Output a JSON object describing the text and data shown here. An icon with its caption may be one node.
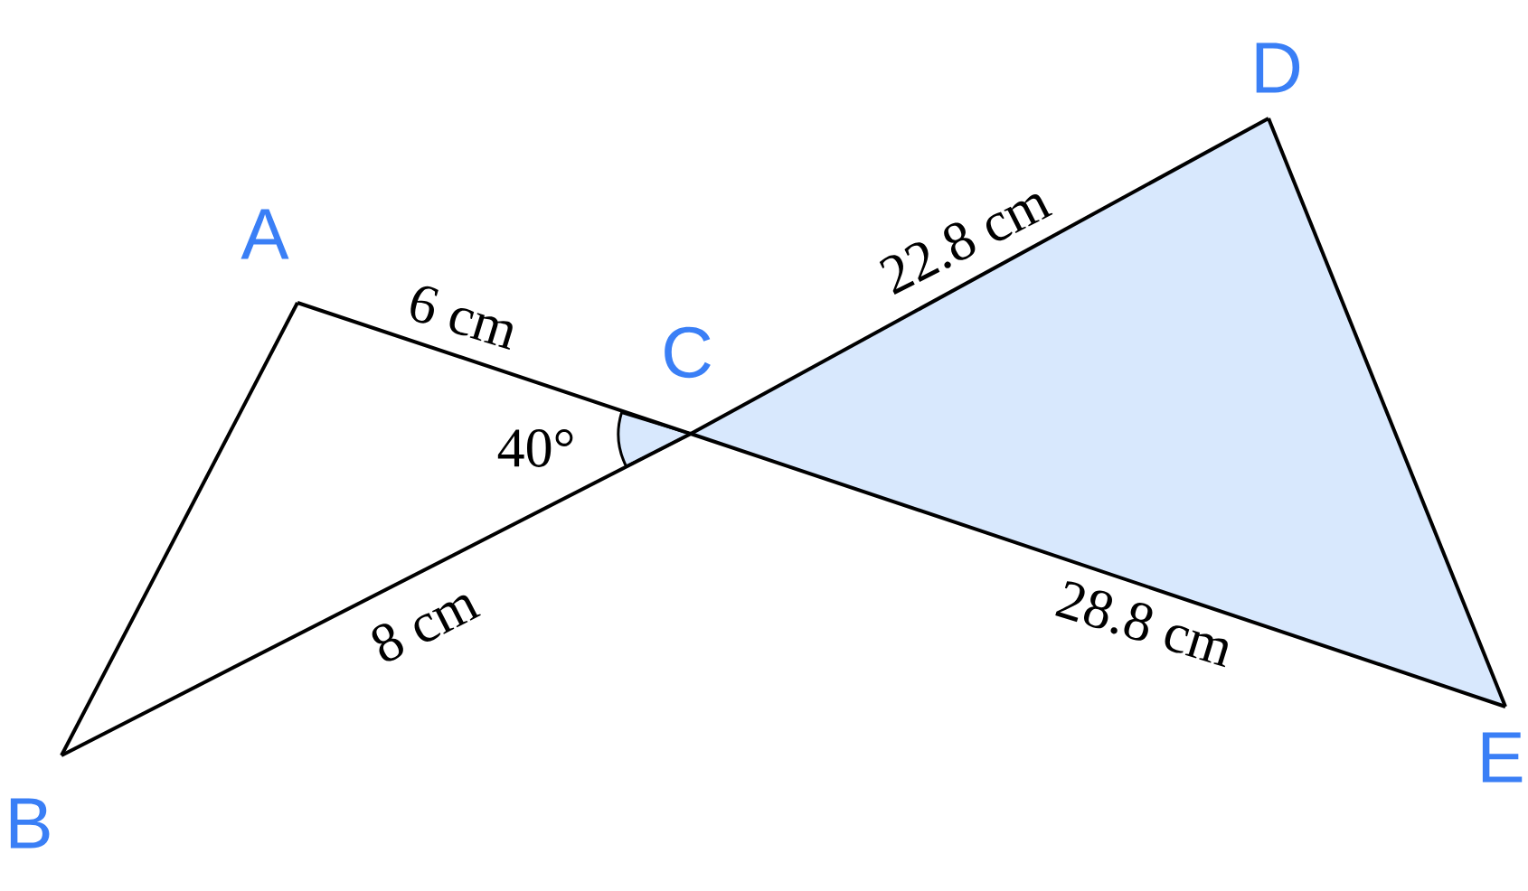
{
  "diagram": {
    "nodes": [
      {
        "text": [
          "A"
        ]
      },
      {
        "text": [
          "B"
        ]
      },
      {
        "text": [
          "C"
        ]
      },
      {
        "text": [
          "D"
        ]
      },
      {
        "text": [
          "E"
        ]
      }
    ],
    "edges": [
      {
        "from": 0,
        "to": 1,
        "arrow": "none"
      },
      {
        "from": 0,
        "to": 2,
        "arrow": "none",
        "label": "6 cm"
      },
      {
        "from": 1,
        "to": 2,
        "arrow": "none",
        "label": "8 cm"
      },
      {
        "from": 2,
        "to": 3,
        "arrow": "none",
        "label": "22.8 cm"
      },
      {
        "from": 2,
        "to": 4,
        "arrow": "none",
        "label": "28.8 cm"
      },
      {
        "from": 3,
        "to": 4,
        "arrow": "none"
      }
    ],
    "labels": [
      "40°"
    ]
  }
}
